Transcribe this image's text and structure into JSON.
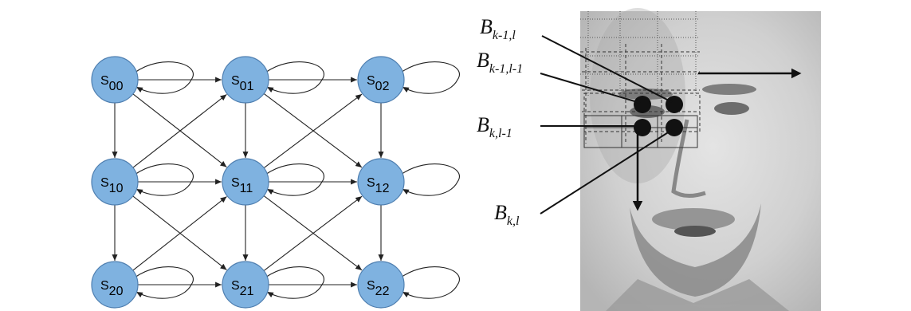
{
  "colors": {
    "node_fill": "#7fb2e0",
    "node_stroke": "#4f7fb0",
    "photo_bg": "#c9c9c9"
  },
  "state_graph": {
    "nodes": [
      {
        "id": "S00",
        "label": "S",
        "sub": "00",
        "row": 0,
        "col": 0
      },
      {
        "id": "S01",
        "label": "S",
        "sub": "01",
        "row": 0,
        "col": 1
      },
      {
        "id": "S02",
        "label": "S",
        "sub": "02",
        "row": 0,
        "col": 2
      },
      {
        "id": "S10",
        "label": "S",
        "sub": "10",
        "row": 1,
        "col": 0
      },
      {
        "id": "S11",
        "label": "S",
        "sub": "11",
        "row": 1,
        "col": 1
      },
      {
        "id": "S12",
        "label": "S",
        "sub": "12",
        "row": 1,
        "col": 2
      },
      {
        "id": "S20",
        "label": "S",
        "sub": "20",
        "row": 2,
        "col": 0
      },
      {
        "id": "S21",
        "label": "S",
        "sub": "21",
        "row": 2,
        "col": 1
      },
      {
        "id": "S22",
        "label": "S",
        "sub": "22",
        "row": 2,
        "col": 2
      }
    ],
    "edges": [
      [
        "S00",
        "S01"
      ],
      [
        "S01",
        "S02"
      ],
      [
        "S10",
        "S11"
      ],
      [
        "S11",
        "S12"
      ],
      [
        "S20",
        "S21"
      ],
      [
        "S21",
        "S22"
      ],
      [
        "S00",
        "S10"
      ],
      [
        "S10",
        "S20"
      ],
      [
        "S01",
        "S11"
      ],
      [
        "S11",
        "S21"
      ],
      [
        "S02",
        "S12"
      ],
      [
        "S12",
        "S22"
      ],
      [
        "S00",
        "S11"
      ],
      [
        "S01",
        "S12"
      ],
      [
        "S10",
        "S21"
      ],
      [
        "S11",
        "S22"
      ],
      [
        "S10",
        "S01"
      ],
      [
        "S11",
        "S02"
      ],
      [
        "S20",
        "S11"
      ],
      [
        "S21",
        "S12"
      ]
    ],
    "self_loops": [
      "S00",
      "S01",
      "S02",
      "S10",
      "S11",
      "S12",
      "S20",
      "S21",
      "S22"
    ]
  },
  "block_labels": {
    "b_km1_l": {
      "base": "B",
      "sub": "k-1,l"
    },
    "b_km1_lm1": {
      "base": "B",
      "sub": "k-1,l-1"
    },
    "b_k_lm1": {
      "base": "B",
      "sub": "k,l-1"
    },
    "b_k_l": {
      "base": "B",
      "sub": "k,l"
    }
  }
}
